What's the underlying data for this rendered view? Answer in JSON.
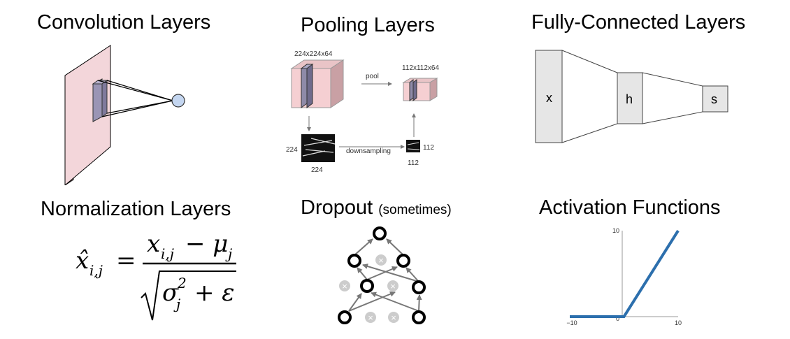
{
  "titles": {
    "convolution": "Convolution Layers",
    "pooling": "Pooling Layers",
    "fully_connected": "Fully-Connected Layers",
    "normalization": "Normalization Layers",
    "dropout": "Dropout",
    "dropout_note": "(sometimes)",
    "activation": "Activation Functions"
  },
  "pooling": {
    "input_dims": "224x224x64",
    "output_dims": "112x112x64",
    "pool_label": "pool",
    "downsampling_label": "downsampling",
    "in_h": "224",
    "in_w": "224",
    "out_h": "112",
    "out_w": "112"
  },
  "fully_connected": {
    "x": "x",
    "h": "h",
    "s": "s"
  },
  "normalization": {
    "lhs": "x̂",
    "lhs_sub": "i,j",
    "equals": "=",
    "numerator": "x",
    "num_sub": "i,j",
    "minus_mu": "− μ",
    "mu_sub": "j",
    "sigma": "σ",
    "sigma_sub": "j",
    "sigma_sup": "2",
    "plus_eps": "+ ε"
  },
  "activation": {
    "chart_data": {
      "type": "line",
      "title": "",
      "xlabel": "",
      "ylabel": "",
      "x_ticks": [
        "−10",
        "0",
        "10"
      ],
      "y_ticks": [
        "10"
      ],
      "xlim": [
        -10,
        10
      ],
      "ylim": [
        0,
        10
      ],
      "series": [
        {
          "x": [
            -10,
            0,
            10
          ],
          "y": [
            0,
            0,
            10
          ],
          "color": "#2c6fad"
        }
      ]
    }
  }
}
